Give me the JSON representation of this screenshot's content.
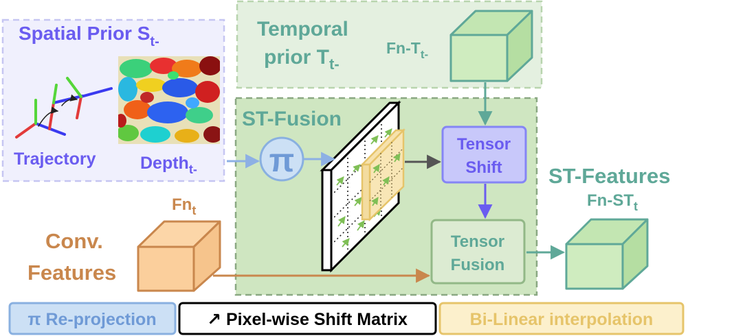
{
  "spatial_prior": {
    "title_main": "Spatial Prior S",
    "title_sub": "t-",
    "trajectory_label": "Trajectory",
    "depth_label_main": "Depth",
    "depth_label_sub": "t-"
  },
  "temporal_prior": {
    "title_line1": "Temporal",
    "title_line2_main": "prior T",
    "title_line2_sub": "t-",
    "cube_label_main": "Fn-T",
    "cube_label_sub": "t-"
  },
  "st_fusion": {
    "title": "ST-Fusion",
    "pi_symbol": "π",
    "tensor_shift_line1": "Tensor",
    "tensor_shift_line2": "Shift",
    "tensor_fusion_line1": "Tensor",
    "tensor_fusion_line2": "Fusion"
  },
  "conv_features": {
    "title_line1": "Conv.",
    "title_line2": "Features",
    "cube_label_main": "Fn",
    "cube_label_sub": "t"
  },
  "st_features": {
    "title": "ST-Features",
    "cube_label_main": "Fn-ST",
    "cube_label_sub": "t"
  },
  "legend": {
    "reprojection": "π Re-projection",
    "shift_matrix": "↗ Pixel-wise Shift Matrix",
    "bilinear": "Bi-Linear interpolation"
  },
  "colors": {
    "spatial": "#6a5cf0",
    "temporal": "#5fa898",
    "green_fill": "#cfe6c1",
    "green_border": "#92b887",
    "orange": "#c9874d",
    "orange_fill": "#fbcf9c",
    "pi_blue": "#89b0e0",
    "tensor_shift": "#8585f5",
    "yellow": "#e6c46a"
  }
}
